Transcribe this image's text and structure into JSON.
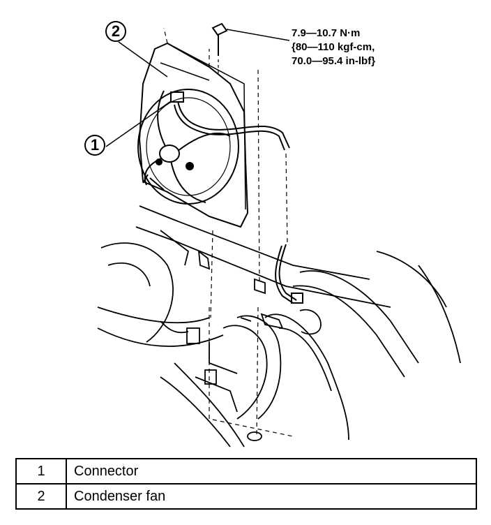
{
  "callouts": {
    "one": "1",
    "two": "2"
  },
  "torque": {
    "line1": "7.9—10.7 N·m",
    "line2": "{80—110 kgf-cm,",
    "line3": "70.0—95.4 in-lbf}"
  },
  "legend": [
    {
      "num": "1",
      "label": "Connector"
    },
    {
      "num": "2",
      "label": "Condenser fan"
    }
  ]
}
